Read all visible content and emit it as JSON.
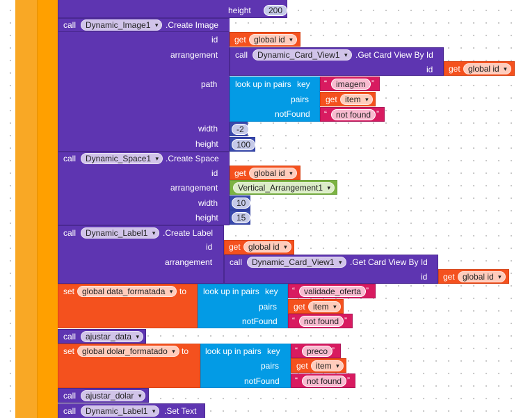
{
  "left_blocks": {
    "create_image": {
      "keyword": "call",
      "component": "Dynamic_Image1",
      "method": ".Create Image",
      "id_label": "id",
      "arrangement_label": "arrangement",
      "path_label": "path",
      "width_label": "width",
      "height_label": "height",
      "width_value": "-2",
      "height_value": "100"
    },
    "create_space": {
      "keyword": "call",
      "component": "Dynamic_Space1",
      "method": ".Create Space",
      "id_label": "id",
      "arrangement_label": "arrangement",
      "width_label": "width",
      "height_label": "height",
      "arrangement_value": "Vertical_Arrangement1",
      "width_value": "10",
      "height_value": "15"
    },
    "create_label": {
      "keyword": "call",
      "component": "Dynamic_Label1",
      "method": ".Create Label",
      "id_label": "id",
      "arrangement_label": "arrangement"
    },
    "set_data": {
      "keyword": "set",
      "variable": "global data_formatada",
      "to_label": "to"
    },
    "call_ajustar_data": {
      "keyword": "call",
      "procedure": "ajustar_data"
    },
    "set_dolar": {
      "keyword": "set",
      "variable": "global dolar_formatado",
      "to_label": "to"
    },
    "call_ajustar_dolar": {
      "keyword": "call",
      "procedure": "ajustar_dolar"
    },
    "set_text": {
      "keyword": "call",
      "component": "Dynamic_Label1",
      "method": ".Set Text"
    }
  },
  "top_height": {
    "label": "height",
    "value": "200"
  },
  "get_global_id": {
    "keyword": "get",
    "variable": "global id"
  },
  "get_card_view": {
    "keyword": "call",
    "component": "Dynamic_Card_View1",
    "method": ".Get Card View By Id",
    "id_label": "id"
  },
  "lookup": {
    "title": "look up in pairs",
    "key_label": "key",
    "pairs_label": "pairs",
    "notfound_label": "notFound",
    "get_keyword": "get",
    "item": "item",
    "not_found_value": "not found"
  },
  "lookup_keys": {
    "image": "imagem",
    "date": "validade_oferta",
    "dollar": "preco"
  },
  "quote_open": "“",
  "quote_close": "”"
}
